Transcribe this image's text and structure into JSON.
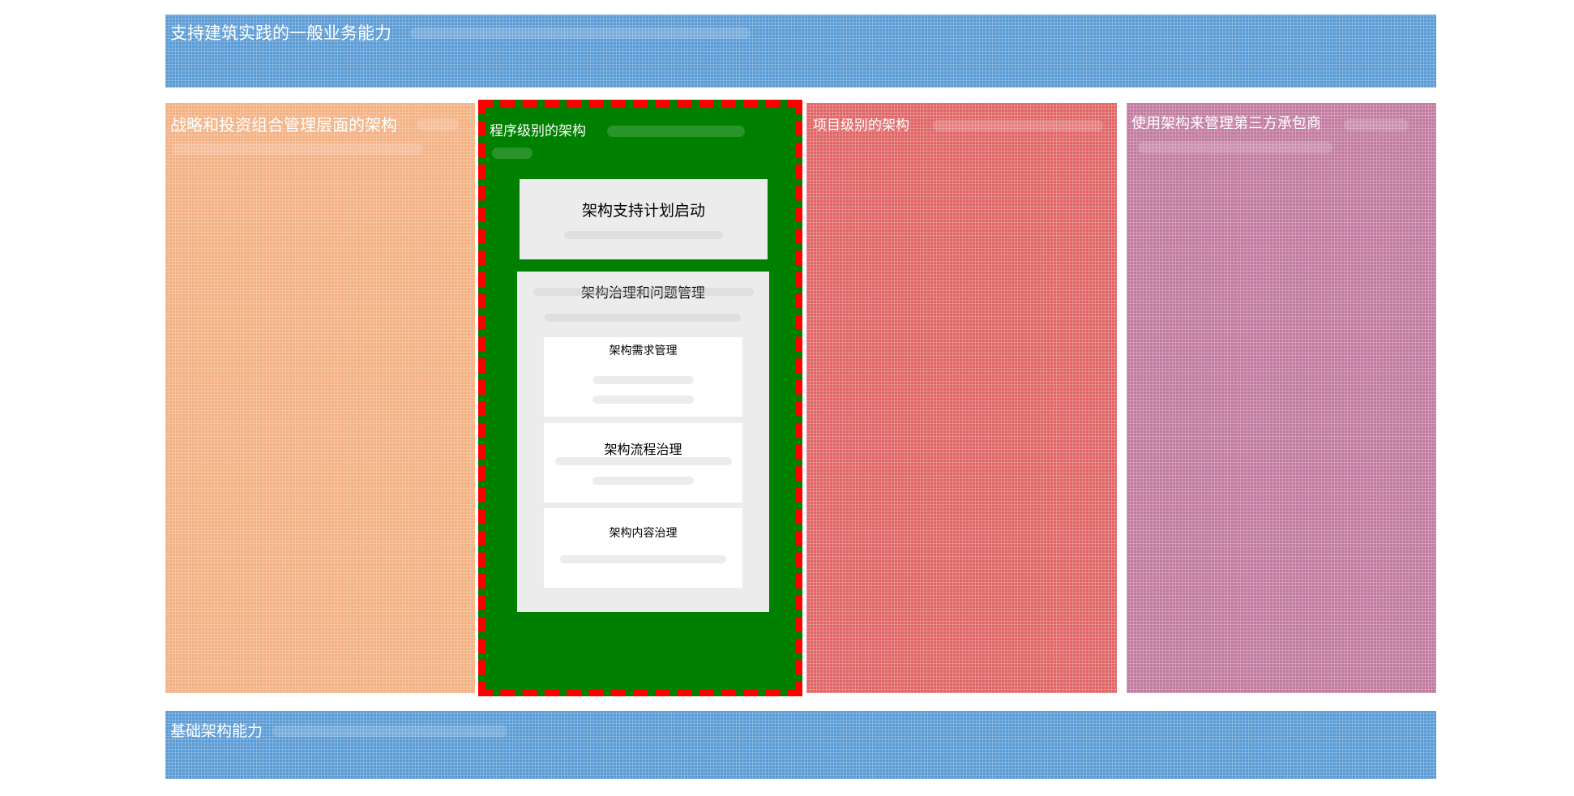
{
  "top_band": {
    "title": "支持建筑实践的一般业务能力",
    "color": "#5b9bd5"
  },
  "columns": {
    "strategic": {
      "title": "战略和投资组合管理层面的架构",
      "color": "#f4b183"
    },
    "program": {
      "title": "程序级别的架构",
      "color": "#008000",
      "border_color": "#ff0000",
      "start_box": {
        "label": "架构支持计划启动"
      },
      "governance_box": {
        "label": "架构治理和问题管理",
        "items": [
          {
            "label": "架构需求管理"
          },
          {
            "label": "架构流程治理"
          },
          {
            "label": "架构内容治理"
          }
        ]
      }
    },
    "project": {
      "title": "项目级别的架构",
      "color": "#e06666"
    },
    "contractors": {
      "title": "使用架构来管理第三方承包商",
      "color": "#c27ba0"
    }
  },
  "bottom_band": {
    "title": "基础架构能力",
    "color": "#5b9bd5"
  }
}
